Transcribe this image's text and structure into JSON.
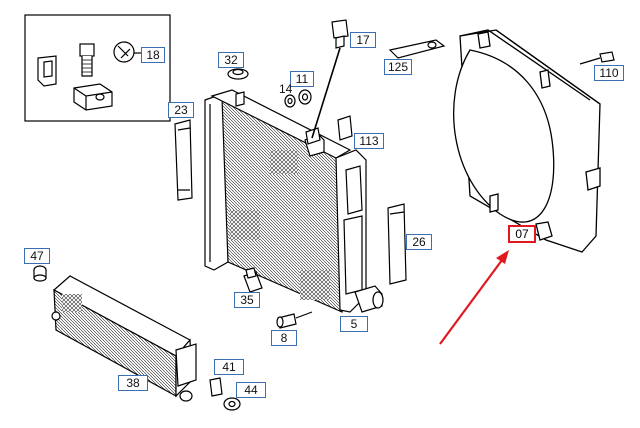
{
  "callouts": {
    "c18": "18",
    "c17": "17",
    "c32": "32",
    "c11": "11",
    "c14": "14",
    "c125": "125",
    "c110": "110",
    "c23": "23",
    "c113": "113",
    "c26": "26",
    "c07": "07",
    "c47": "47",
    "c35": "35",
    "c5": "5",
    "c8": "8",
    "c41": "41",
    "c38": "38",
    "c44": "44"
  },
  "colors": {
    "line": "#000000",
    "callout_border": "#3b6fb0",
    "highlight": "#e0191e"
  }
}
